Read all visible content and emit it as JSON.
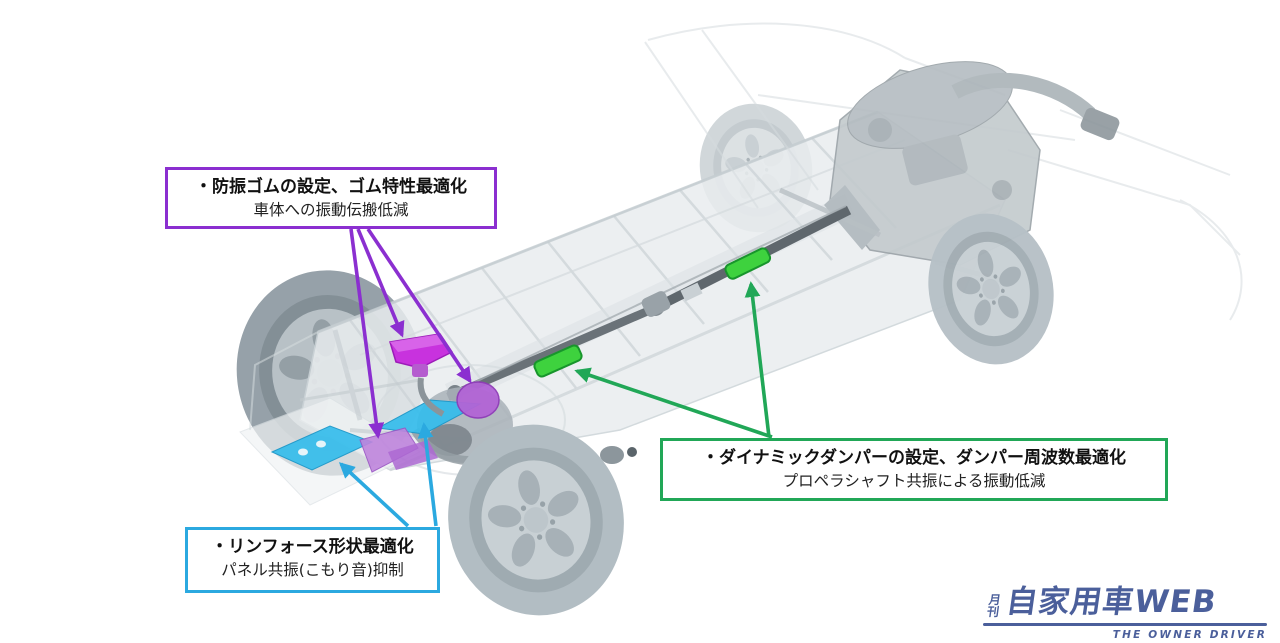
{
  "page": {
    "background": "#ffffff"
  },
  "callouts": [
    {
      "id": "antivibration-rubber",
      "line1": "・防振ゴムの設定、ゴム特性最適化",
      "line2": "車体への振動伝搬低減",
      "color": "#8b2fd0",
      "points_to": "rear differential rubber mounts (purple highlighted parts)"
    },
    {
      "id": "dynamic-damper",
      "line1": "・ダイナミックダンパーの設定、ダンパー周波数最適化",
      "line2": "プロペラシャフト共振による振動低減",
      "color": "#21a757",
      "points_to": "dynamic dampers on propeller shaft (green highlighted parts)"
    },
    {
      "id": "reinforce-shape",
      "line1": "・リンフォース形状最適化",
      "line2": "パネル共振(こもり音)抑制",
      "color": "#2ba9e0",
      "points_to": "floor reinforcement panels (cyan highlighted parts)"
    }
  ],
  "logo": {
    "prefix": "月刊",
    "title": "自家用車WEB",
    "tagline": "THE OWNER DRIVER",
    "color": "#4b5f9b"
  },
  "diagram": {
    "description": "Ghosted 3/4 underbody view of a car platform, rear at lower-left and engine at upper-right, with a propeller shaft running between them",
    "highlight_colors": {
      "rubber_mounts": "#c832de",
      "reinforce_panels": "#35bdec",
      "dynamic_dampers": "#3ed23e"
    }
  }
}
